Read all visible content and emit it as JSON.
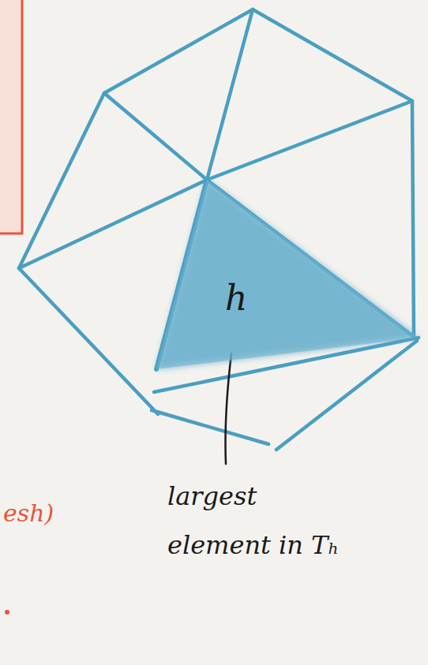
{
  "diagram": {
    "nodes": [
      {
        "text": [
          "h"
        ]
      }
    ],
    "labels": [
      "largest element in Tₕ",
      "esh)"
    ]
  }
}
